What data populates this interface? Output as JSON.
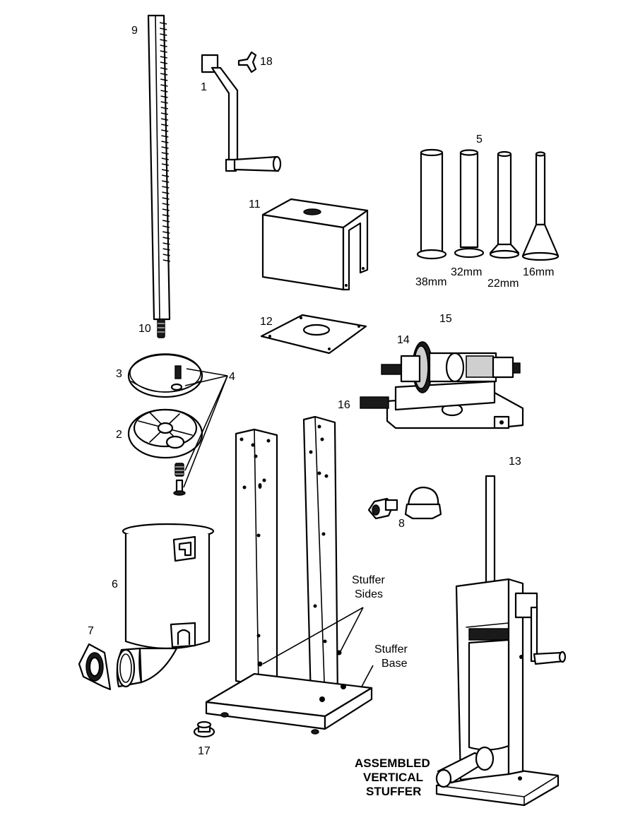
{
  "callouts": {
    "n1": "1",
    "n2": "2",
    "n3": "3",
    "n4": "4",
    "n5": "5",
    "n6": "6",
    "n7": "7",
    "n8": "8",
    "n9": "9",
    "n10": "10",
    "n11": "11",
    "n12": "12",
    "n13": "13",
    "n14": "14",
    "n15": "15",
    "n16": "16",
    "n17": "17",
    "n18": "18"
  },
  "tube_sizes": [
    "38mm",
    "32mm",
    "22mm",
    "16mm"
  ],
  "captions": {
    "sides_line1": "Stuffer",
    "sides_line2": "Sides",
    "base_line1": "Stuffer",
    "base_line2": "Base",
    "assembled_line1": "ASSEMBLED",
    "assembled_line2": "VERTICAL",
    "assembled_line3": "STUFFER"
  }
}
